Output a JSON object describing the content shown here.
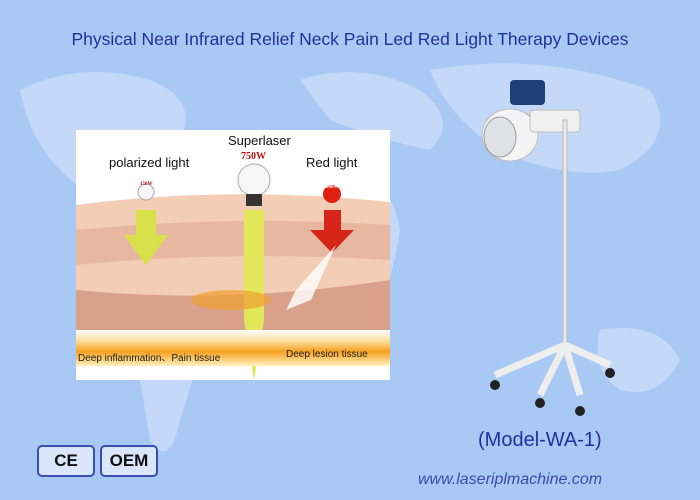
{
  "title": "Physical Near Infrared Relief Neck Pain Led Red Light Therapy Devices",
  "illustration": {
    "polarized_label": "polarized light",
    "superlaser_label": "Superlaser",
    "superlaser_watt": "750W",
    "red_label": "Red light",
    "polarized_watt": "150W",
    "red_watt": "800W",
    "text_left": "Deep inflammation、Pain tissue",
    "text_right": "Deep lesion tissue"
  },
  "badges": [
    "CE",
    "OEM"
  ],
  "model": "(Model-WA-1)",
  "website": "www.laseriplmachine.com",
  "colors": {
    "background": "#a9c9f5",
    "title": "#24309a"
  }
}
